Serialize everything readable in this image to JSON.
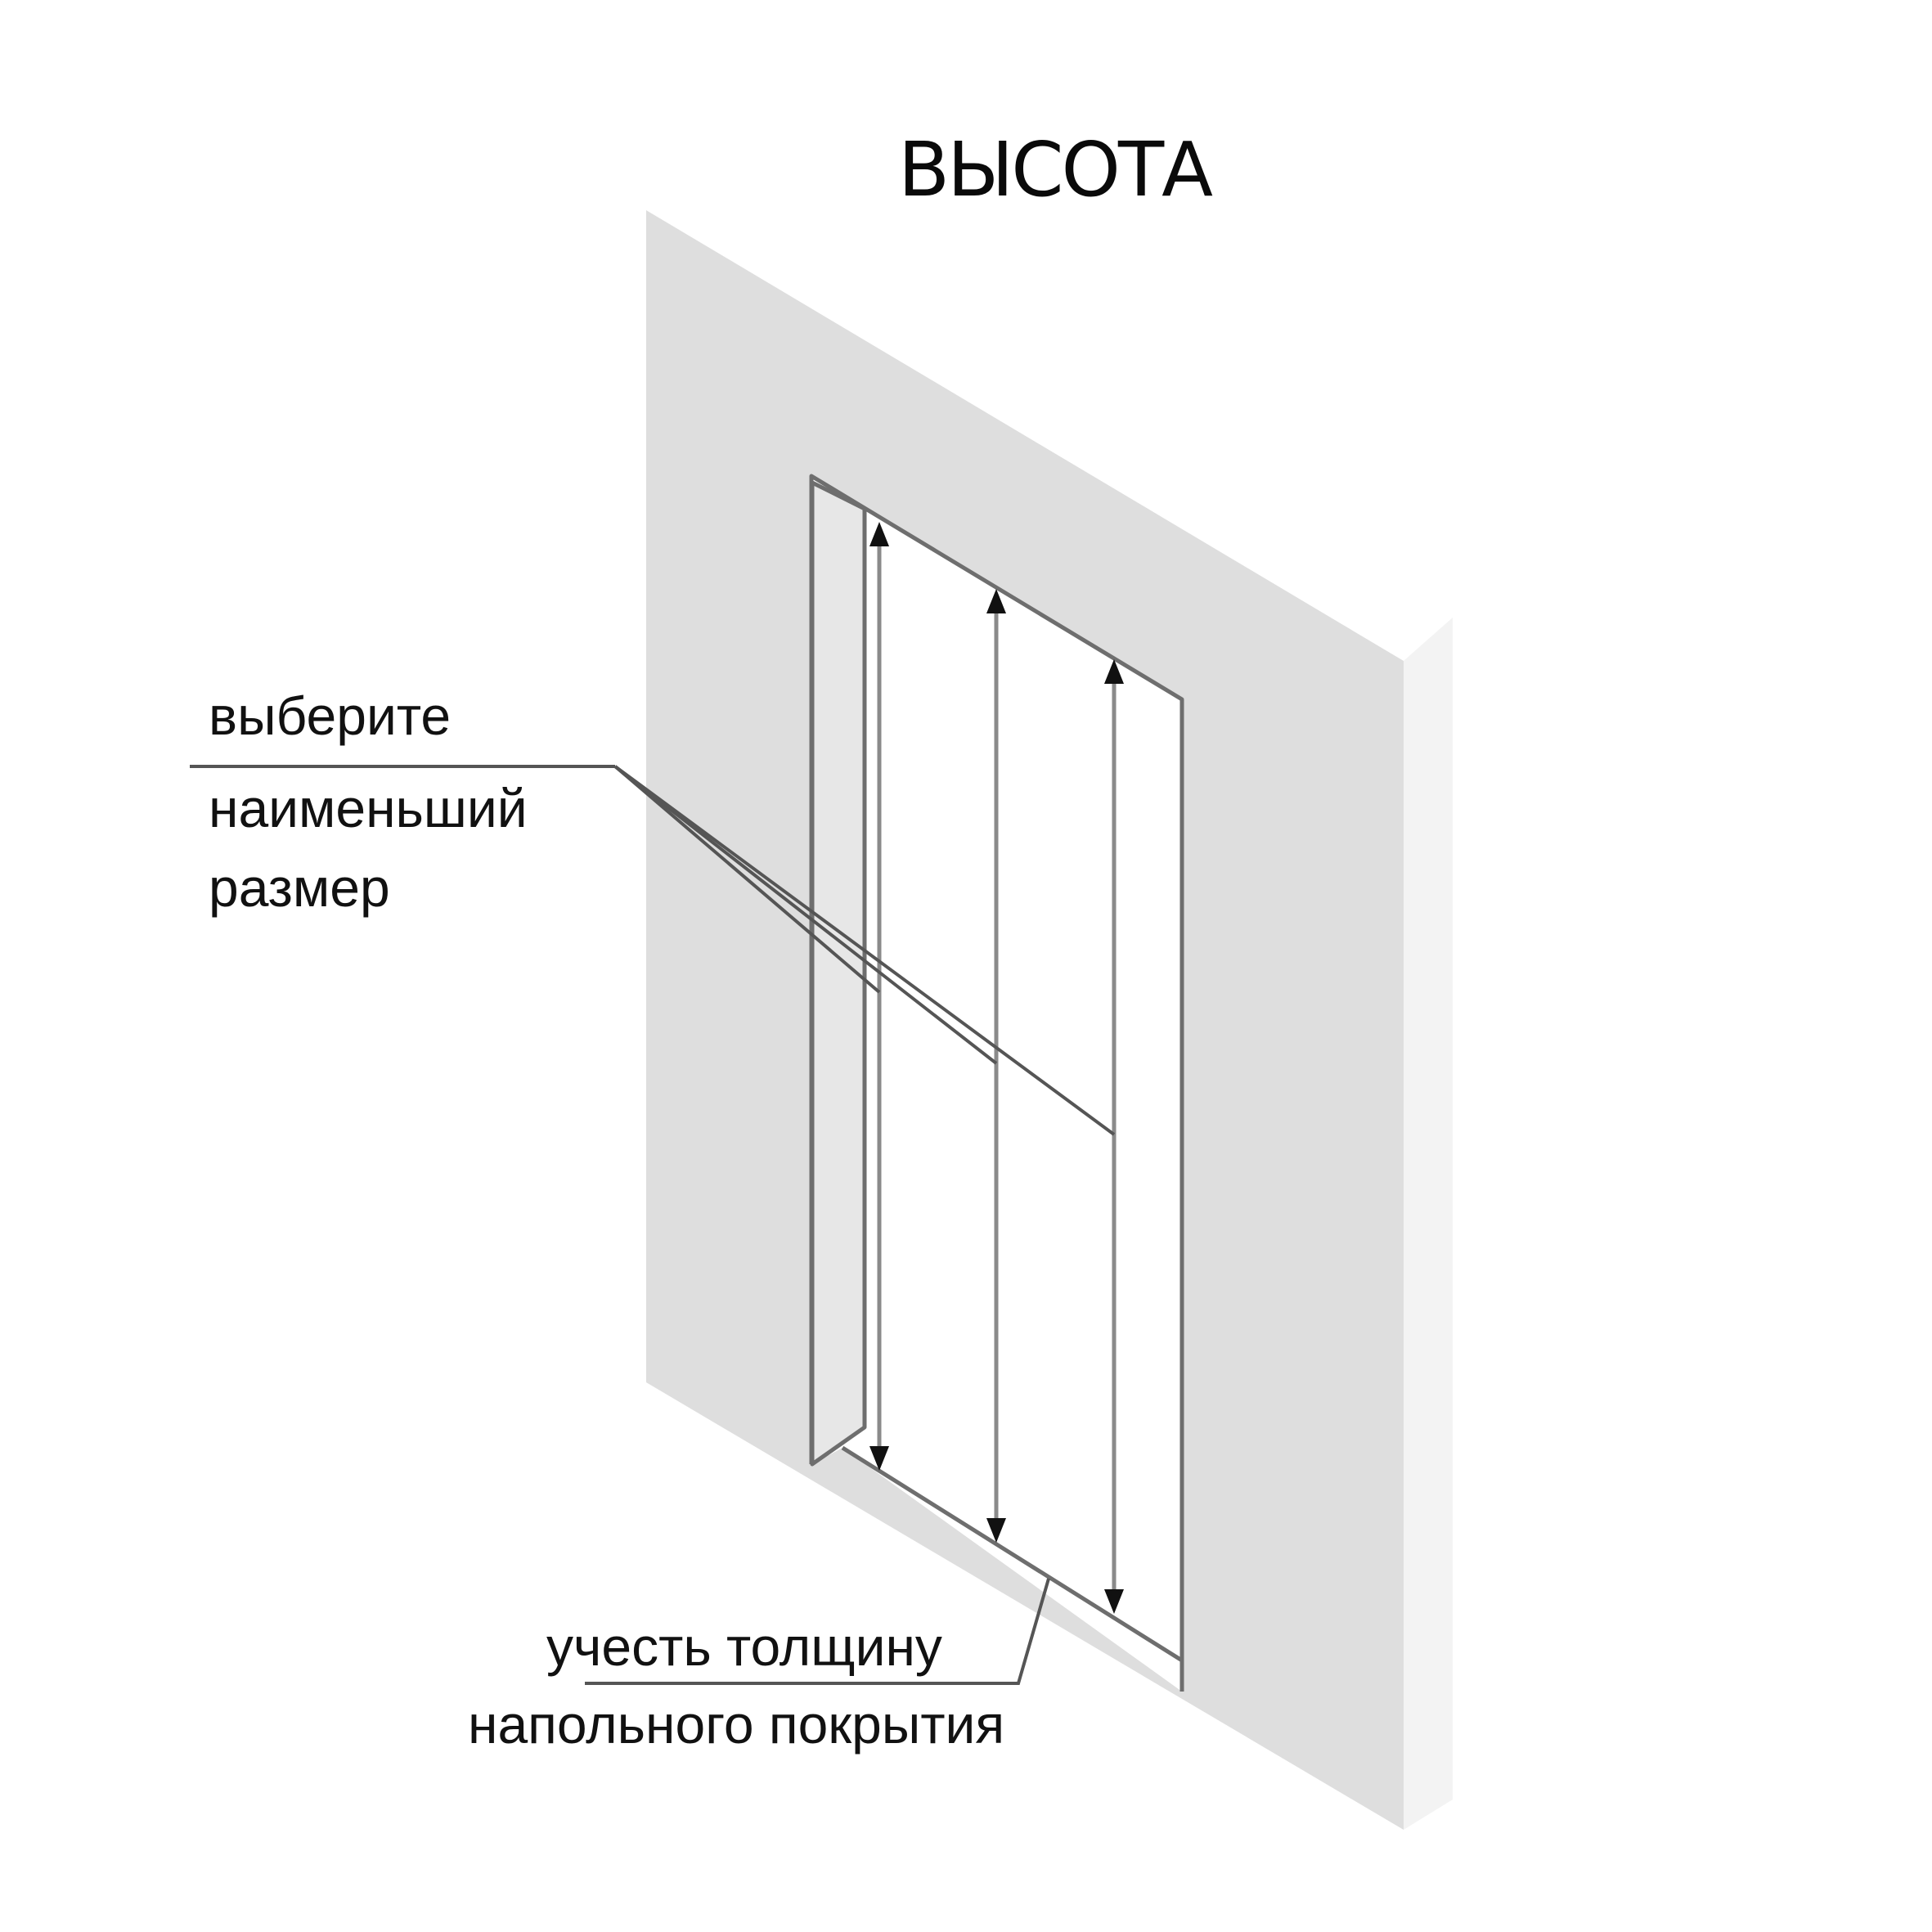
{
  "title": "ВЫСОТА",
  "callouts": {
    "smallest_size": {
      "lines": [
        "выберите",
        "наименьший",
        "размер"
      ]
    },
    "floor_covering": {
      "lines": [
        "учесть толщину",
        "напольного покрытия"
      ]
    }
  },
  "diagram": {
    "subject": "door opening height measurement",
    "measurement_arrows": 3,
    "colors": {
      "wall_front": "#dedede",
      "wall_side": "#f3f3f3",
      "jamb": "#e6e6e6",
      "line": "#6e6e6e",
      "arrow": "#111111",
      "text": "#111111"
    }
  }
}
